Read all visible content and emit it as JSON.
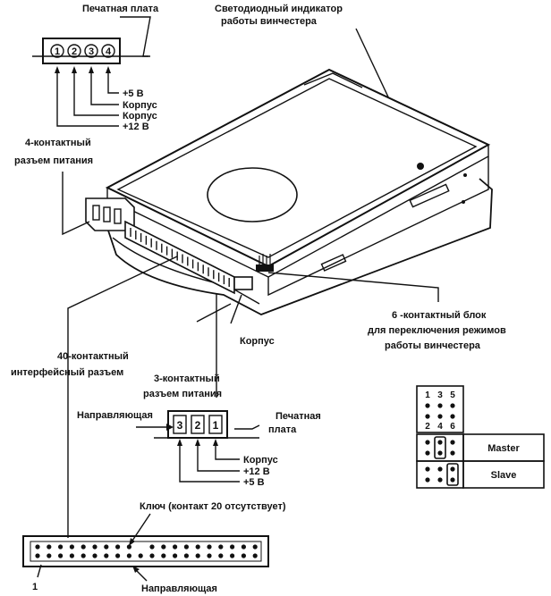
{
  "labels": {
    "pcb_top": "Печатная плата",
    "led_line1": "Светодиодный индикатор",
    "led_line2": "работы винчестера",
    "p4_1": "1",
    "p4_2": "2",
    "p4_3": "3",
    "p4_4": "4",
    "plus5": "+5 В",
    "gnd1": "Корпус",
    "gnd2": "Корпус",
    "plus12": "+12 В",
    "power4_line1": "4-контактный",
    "power4_line2": "разъем питания",
    "jumper6_line1": "6 -контактный блок",
    "jumper6_line2": "для переключения режимов",
    "jumper6_line3": "работы винчестера",
    "korpus_mid": "Корпус",
    "iface40_line1": "40-контактный",
    "iface40_line2": "интерфейсный разъем",
    "power3_line1": "3-контактный",
    "power3_line2": "разъем питания",
    "guide": "Направляющая",
    "p3_3": "3",
    "p3_2": "2",
    "p3_1": "1",
    "pcb3_line1": "Печатная",
    "pcb3_line2": "плата",
    "p3_korpus": "Корпус",
    "p3_plus12": "+12 В",
    "p3_plus5": "+5 В",
    "jt_1": "1",
    "jt_3": "3",
    "jt_5": "5",
    "jt_2": "2",
    "jt_4": "4",
    "jt_6": "6",
    "master": "Master",
    "slave": "Slave",
    "key": "Ключ (контакт 20 отсутствует)",
    "pin1": "1",
    "guide_bottom": "Направляющая"
  }
}
